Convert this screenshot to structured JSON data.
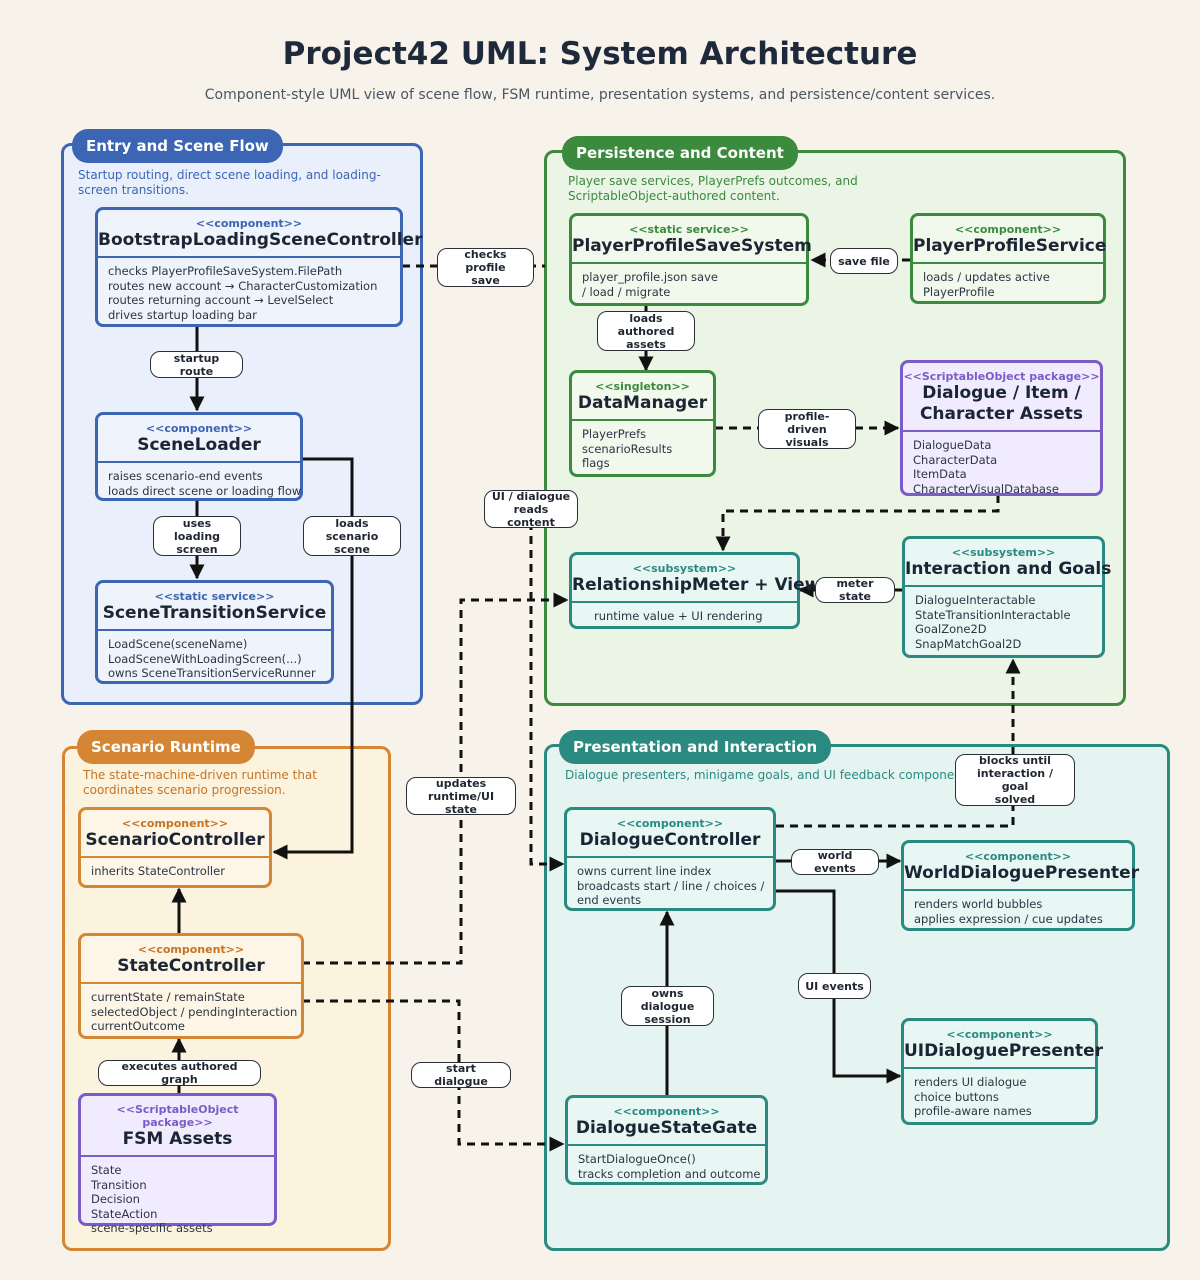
{
  "header": {
    "title": "Project42 UML: System Architecture",
    "subtitle": "Component-style UML view of scene flow, FSM runtime, presentation systems, and persistence/content services."
  },
  "colors": {
    "entry": "#3c65b4",
    "persistence": "#3b8a3e",
    "scenario": "#d58634",
    "presentation": "#2a8a7f",
    "package": "#7a5bc7",
    "background": "#f7f2ea"
  },
  "groups": {
    "entry": {
      "title": "Entry and Scene Flow",
      "desc": "Startup routing, direct scene loading, and loading-screen transitions."
    },
    "persistence": {
      "title": "Persistence and Content",
      "desc": "Player save services, PlayerPrefs outcomes, and ScriptableObject-authored content."
    },
    "scenario": {
      "title": "Scenario Runtime",
      "desc": "The state-machine-driven runtime that coordinates scenario progression."
    },
    "presentation": {
      "title": "Presentation and Interaction",
      "desc": "Dialogue presenters, minigame goals, and UI feedback components."
    }
  },
  "components": {
    "bootstrap": {
      "stereo": "<<component>>",
      "name": "BootstrapLoadingSceneController",
      "attrs": [
        "checks PlayerProfileSaveSystem.FilePath",
        "routes new account → CharacterCustomization",
        "routes returning account → LevelSelect",
        "drives startup loading bar"
      ]
    },
    "sceneLoader": {
      "stereo": "<<component>>",
      "name": "SceneLoader",
      "attrs": [
        "raises scenario-end events",
        "loads direct scene or loading flow"
      ]
    },
    "sceneTransition": {
      "stereo": "<<static service>>",
      "name": "SceneTransitionService",
      "attrs": [
        "LoadScene(sceneName)",
        "LoadSceneWithLoadingScreen(...)",
        "owns SceneTransitionServiceRunner"
      ]
    },
    "profileSave": {
      "stereo": "<<static service>>",
      "name": "PlayerProfileSaveSystem",
      "attrs": [
        "player_profile.json save",
        "/ load / migrate"
      ]
    },
    "profileService": {
      "stereo": "<<component>>",
      "name": "PlayerProfileService",
      "attrs": [
        "loads / updates active",
        "PlayerProfile"
      ]
    },
    "dataManager": {
      "stereo": "<<singleton>>",
      "name": "DataManager",
      "attrs": [
        "PlayerPrefs",
        "scenarioResults",
        "flags"
      ]
    },
    "assets": {
      "stereo": "<<ScriptableObject package>>",
      "name1": "Dialogue / Item /",
      "name2": "Character Assets",
      "attrs": [
        "DialogueData",
        "CharacterData",
        "ItemData",
        "CharacterVisualDatabase"
      ]
    },
    "relMeter": {
      "stereo": "<<subsystem>>",
      "name": "RelationshipMeter + View",
      "attrs": [
        "runtime value + UI rendering"
      ]
    },
    "interaction": {
      "stereo": "<<subsystem>>",
      "name": "Interaction and Goals",
      "attrs": [
        "DialogueInteractable",
        "StateTransitionInteractable",
        "GoalZone2D",
        "SnapMatchGoal2D"
      ]
    },
    "scenarioCtrl": {
      "stereo": "<<component>>",
      "name": "ScenarioController",
      "attrs": [
        "inherits StateController"
      ]
    },
    "stateCtrl": {
      "stereo": "<<component>>",
      "name": "StateController",
      "attrs": [
        "currentState / remainState",
        "selectedObject / pendingInteraction",
        "currentOutcome"
      ]
    },
    "fsmAssets": {
      "stereo": "<<ScriptableObject package>>",
      "name": "FSM Assets",
      "attrs": [
        "State",
        "Transition",
        "Decision",
        "StateAction",
        "scene-specific assets"
      ]
    },
    "dialogueCtrl": {
      "stereo": "<<component>>",
      "name": "DialogueController",
      "attrs": [
        "owns current line index",
        "broadcasts start / line / choices /",
        "end events"
      ]
    },
    "worldPresenter": {
      "stereo": "<<component>>",
      "name": "WorldDialoguePresenter",
      "attrs": [
        "renders world bubbles",
        "applies expression / cue updates"
      ]
    },
    "uiPresenter": {
      "stereo": "<<component>>",
      "name": "UIDialoguePresenter",
      "attrs": [
        "renders UI dialogue",
        "choice buttons",
        "profile-aware names"
      ]
    },
    "dialogueGate": {
      "stereo": "<<component>>",
      "name": "DialogueStateGate",
      "attrs": [
        "StartDialogueOnce()",
        "tracks completion and outcome"
      ]
    }
  },
  "edges": {
    "checksProfile": [
      "checks profile",
      "save"
    ],
    "startupRoute": [
      "startup route"
    ],
    "usesLoading": [
      "uses loading",
      "screen"
    ],
    "loadsScenario": [
      "loads scenario",
      "scene"
    ],
    "saveFile": [
      "save file"
    ],
    "loadsAuthored": [
      "loads authored",
      "assets"
    ],
    "profileDriven": [
      "profile-driven",
      "visuals"
    ],
    "uiDialogueReads": [
      "UI / dialogue",
      "reads content"
    ],
    "meterState": [
      "meter state"
    ],
    "updatesRuntime": [
      "updates",
      "runtime/UI state"
    ],
    "blocksUntil": [
      "blocks until",
      "interaction / goal",
      "solved"
    ],
    "worldEvents": [
      "world events"
    ],
    "uiEvents": [
      "UI events"
    ],
    "ownsDialogue": [
      "owns dialogue",
      "session"
    ],
    "executesGraph": [
      "executes authored graph"
    ],
    "startDialogue": [
      "start dialogue"
    ]
  }
}
